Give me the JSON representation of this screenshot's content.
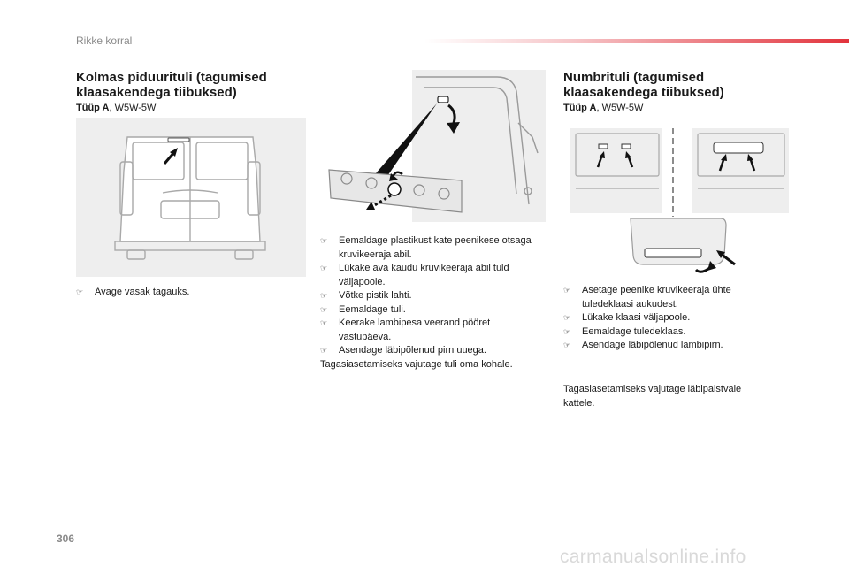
{
  "header": {
    "section": "Rikke korral"
  },
  "left": {
    "title_line1": "Kolmas piduurituli (tagumised",
    "title_line2": "klaasakendega tiibuksed)",
    "type_label": "Tüüp A",
    "bulb": ", W5W-5W",
    "steps": [
      "Avage vasak tagauks."
    ]
  },
  "middle": {
    "steps": [
      "Eemaldage plastikust kate peenikese otsaga kruvikeeraja abil.",
      "Lükake ava kaudu kruvikeeraja abil tuld väljapoole.",
      "Võtke pistik lahti.",
      "Eemaldage tuli.",
      "Keerake lambipesa veerand pööret vastupäeva.",
      "Asendage läbipõlenud pirn uuega."
    ],
    "note": "Tagasiasetamiseks vajutage tuli oma kohale."
  },
  "right": {
    "title_line1": "Numbrituli (tagumised",
    "title_line2": "klaasakendega tiibuksed)",
    "type_label": "Tüüp A",
    "bulb": ", W5W-5W",
    "steps": [
      "Asetage peenike kruvikeeraja ühte tuledeklaasi aukudest.",
      "Lükake klaasi väljapoole.",
      "Eemaldage tuledeklaas.",
      "Asendage läbipõlenud lambipirn."
    ],
    "note": "Tagasiasetamiseks vajutage läbipaistvale kattele."
  },
  "footer": {
    "page_number": "306",
    "watermark": "carmanualsonline.info"
  },
  "icons": {
    "bullet": "pointing-hand-icon"
  }
}
